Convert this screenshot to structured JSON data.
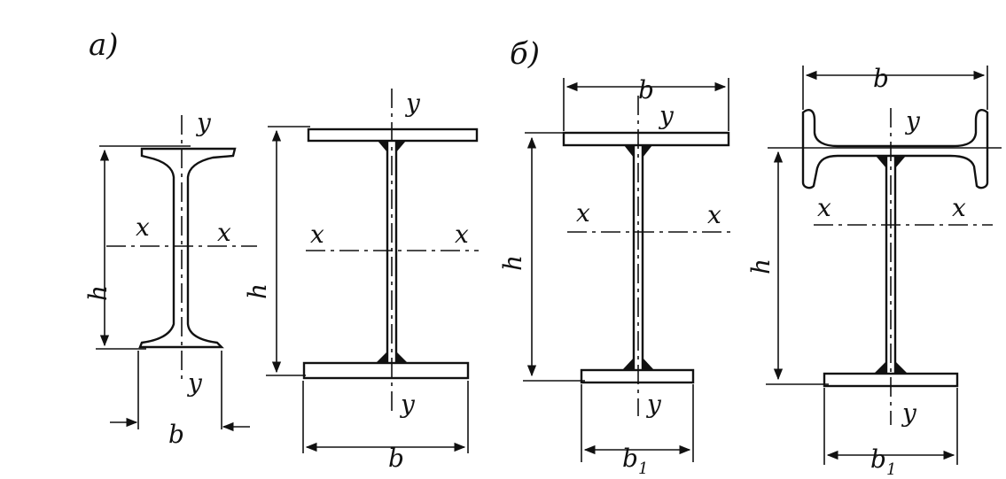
{
  "figure": {
    "group_a_label": "а)",
    "group_b_label": "б)",
    "axis_x": "x",
    "axis_y": "y",
    "height_label": "h",
    "width_label": "b",
    "width_sub_label": "b",
    "width_sub_index": "1"
  }
}
